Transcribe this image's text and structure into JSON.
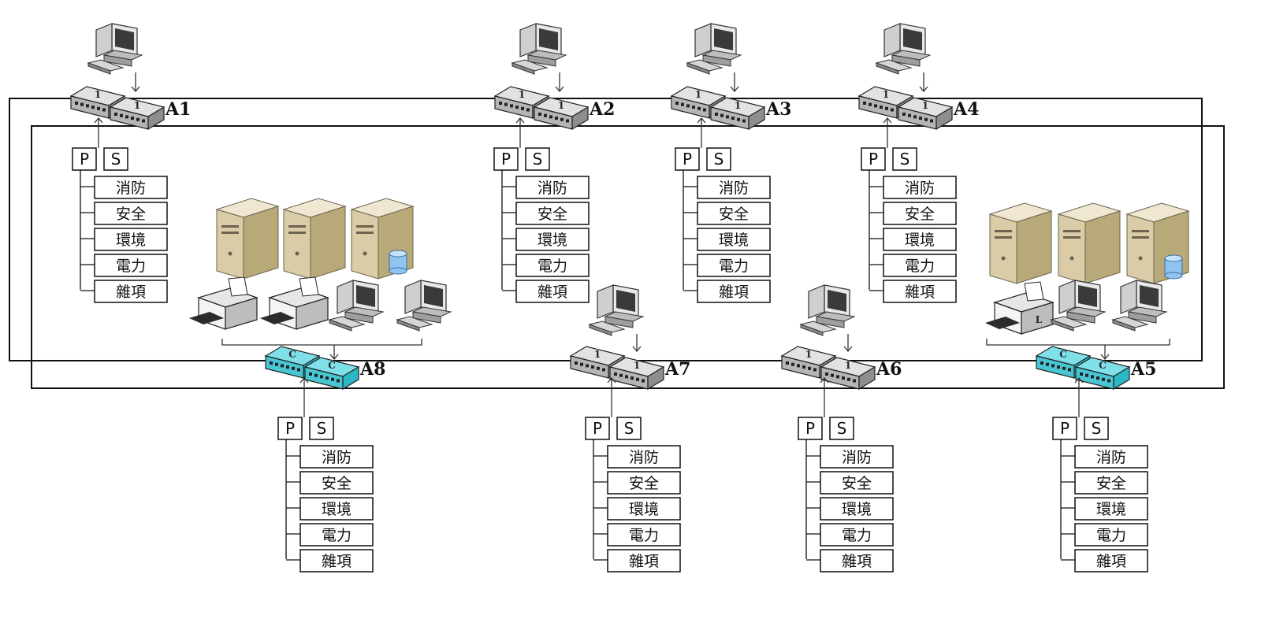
{
  "diagram": {
    "subsystem_labels": [
      "消防",
      "安全",
      "環境",
      "電力",
      "雜項"
    ],
    "port_labels": {
      "primary": "P",
      "secondary": "S"
    },
    "switch_marks": {
      "standard": "1",
      "core": "C",
      "printer": "L"
    },
    "colors": {
      "line": "#111111",
      "core_switch": "#5ad2e0",
      "standard_switch": "#d9d9d9"
    },
    "nodes": [
      {
        "id": "A1",
        "label": "A1",
        "type": "standard",
        "row": "top"
      },
      {
        "id": "A2",
        "label": "A2",
        "type": "standard",
        "row": "top"
      },
      {
        "id": "A3",
        "label": "A3",
        "type": "standard",
        "row": "top"
      },
      {
        "id": "A4",
        "label": "A4",
        "type": "standard",
        "row": "top"
      },
      {
        "id": "A5",
        "label": "A5",
        "type": "core",
        "row": "bottom"
      },
      {
        "id": "A6",
        "label": "A6",
        "type": "standard",
        "row": "bottom"
      },
      {
        "id": "A7",
        "label": "A7",
        "type": "standard",
        "row": "bottom"
      },
      {
        "id": "A8",
        "label": "A8",
        "type": "core",
        "row": "bottom"
      }
    ]
  }
}
